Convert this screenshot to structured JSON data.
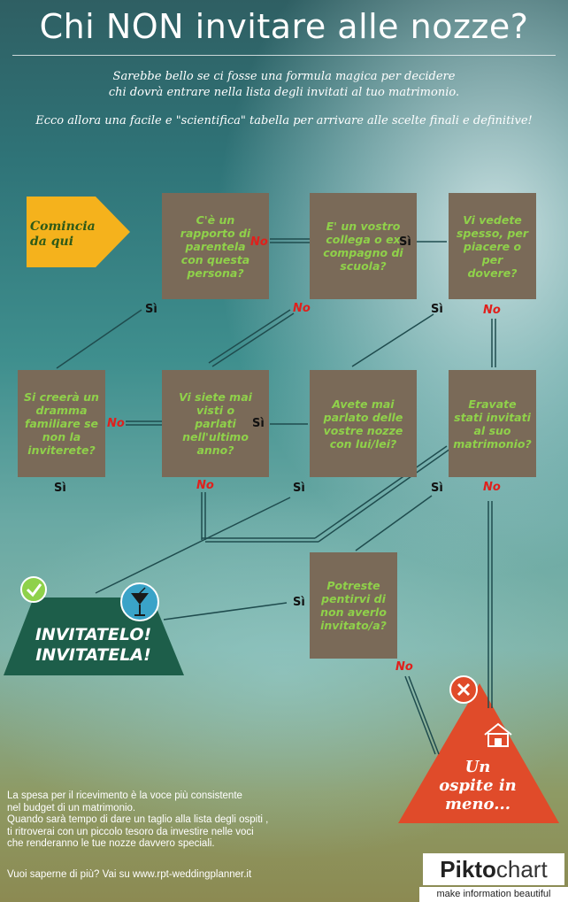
{
  "header": {
    "title": "Chi NON invitare alle nozze?",
    "intro_line1": "Sarebbe bello se ci fosse una formula magica per decidere",
    "intro_line2": "chi dovrà entrare nella lista degli invitati al tuo matrimonio.",
    "intro_line3": "Ecco allora una facile e \"scientifica\" tabella per arrivare alle scelte finali e definitive!"
  },
  "flow": {
    "start": "Comincia\nda qui",
    "q_parentela": "C'è un\nrapporto di\nparentela\ncon questa\npersona?",
    "q_collega": "E' un vostro\ncollega o ex\ncompagno di\nscuola?",
    "q_vedete": "Vi vedete\nspesso, per\npiacere o per\ndovere?",
    "q_dramma": "Si creerà un\ndramma\nfamiliare se\nnon la\ninviterete?",
    "q_visti": "Vi siete mai\nvisti o\nparlati\nnell'ultimo\nanno?",
    "q_parlato": "Avete mai\nparlato delle\nvostre nozze\ncon  lui/lei?",
    "q_invitati": "Eravate\nstati invitati\nal suo\nmatrimonio?",
    "q_pentirvi": "Potreste\npentirvi di\nnon averlo\ninvitato/a?",
    "invite": "INVITATELO!\nINVITATELA!",
    "minus": "Un\nospite in\nmeno...",
    "yes": "Sì",
    "no": "No"
  },
  "footer": {
    "text": "La spesa per il ricevimento è la voce più consistente\nnel budget di un matrimonio.\nQuando sarà tempo di dare un taglio alla lista degli ospiti ,\nti ritroverai con un piccolo tesoro da  investire nelle voci\nche renderanno le tue nozze davvero speciali.",
    "link": "Vuoi saperne di più? Vai su www.rpt-weddingplanner.it"
  },
  "brand": {
    "logo_part1": "Pikto",
    "logo_part2": "chart",
    "tagline": "make information beautiful"
  },
  "colors": {
    "question_box": "#7a6a58",
    "question_text": "#8fd14a",
    "start_arrow": "#f5b21c",
    "invite_shape": "#1d5e4a",
    "minus_shape": "#e04b2a",
    "no_label": "#e0201c"
  }
}
